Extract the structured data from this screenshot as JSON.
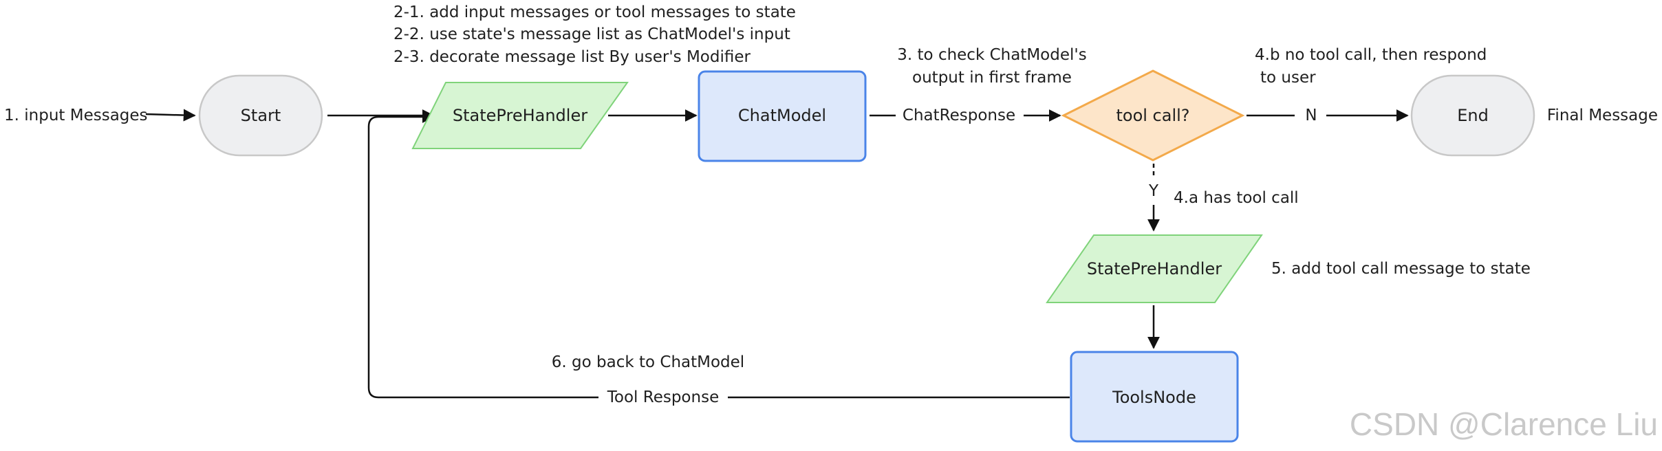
{
  "nodes": {
    "start": "Start",
    "state_pre_handler_top": "StatePreHandler",
    "chat_model": "ChatModel",
    "tool_call_decision": "tool call?",
    "end": "End",
    "state_pre_handler_bottom": "StatePreHandler",
    "tools_node": "ToolsNode"
  },
  "edge_labels": {
    "chat_response": "ChatResponse",
    "no": "N",
    "yes": "Y",
    "tool_response": "Tool Response"
  },
  "annotations": {
    "step1": "1. input Messages",
    "step2_1": "2-1. add input messages or tool messages to state",
    "step2_2": "2-2. use state's message list as ChatModel's input",
    "step2_3": "2-3. decorate message list By user's Modifier",
    "step3_line1": "3. to check ChatModel's",
    "step3_line2": "output in first frame",
    "step4b_line1": "4.b no tool call, then respond",
    "step4b_line2": "to user",
    "final_message": "Final Message",
    "step4a": "4.a has tool call",
    "step5": "5. add tool call message to state",
    "step6": "6. go back to ChatModel"
  },
  "watermark": "CSDN @Clarence Liu",
  "colors": {
    "terminal_fill": "#eeeff1",
    "terminal_stroke": "#c8c8c8",
    "parallelogram_fill": "#d7f5d3",
    "parallelogram_stroke": "#7fd37a",
    "process_fill": "#dde8fb",
    "process_stroke": "#4a84e8",
    "decision_fill": "#fde5c9",
    "decision_stroke": "#f3a94a",
    "line": "#111111"
  }
}
